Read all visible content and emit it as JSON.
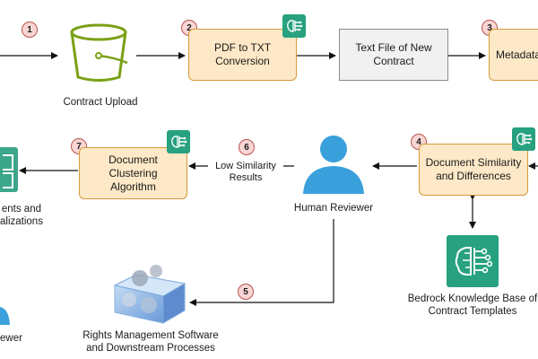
{
  "steps": {
    "s1": "1",
    "s2": "2",
    "s3": "3",
    "s4": "4",
    "s5": "5",
    "s6": "6",
    "s7": "7"
  },
  "nodes": {
    "contract_upload": "Contract Upload",
    "pdf_to_txt": "PDF to TXT Conversion",
    "text_file": "Text File of New Contract",
    "metadata": "Metadata",
    "doc_similarity": "Document Similarity and Differences",
    "human_reviewer": "Human Reviewer",
    "doc_clustering": "Document Clustering Algorithm",
    "low_similarity": "Low Similarity Results",
    "bedrock_kb": "Bedrock Knowledge Base of Contract Templates",
    "rights_mgmt": "Rights Management Software and Downstream Processes",
    "documents_viz": "ents and alizations",
    "reviewer_left": "ewer"
  },
  "colors": {
    "process_fill": "#fde8c7",
    "process_border": "#d79b3a",
    "ai_icon": "#27a17f",
    "badge_fill": "#f9d6d5",
    "badge_border": "#b85450",
    "bucket": "#7aa116",
    "person": "#3aa0db"
  },
  "icons": [
    "bucket-icon",
    "ai-chip-icon",
    "person-icon",
    "knowledge-base-icon",
    "cubes-icon",
    "chart-icon"
  ]
}
